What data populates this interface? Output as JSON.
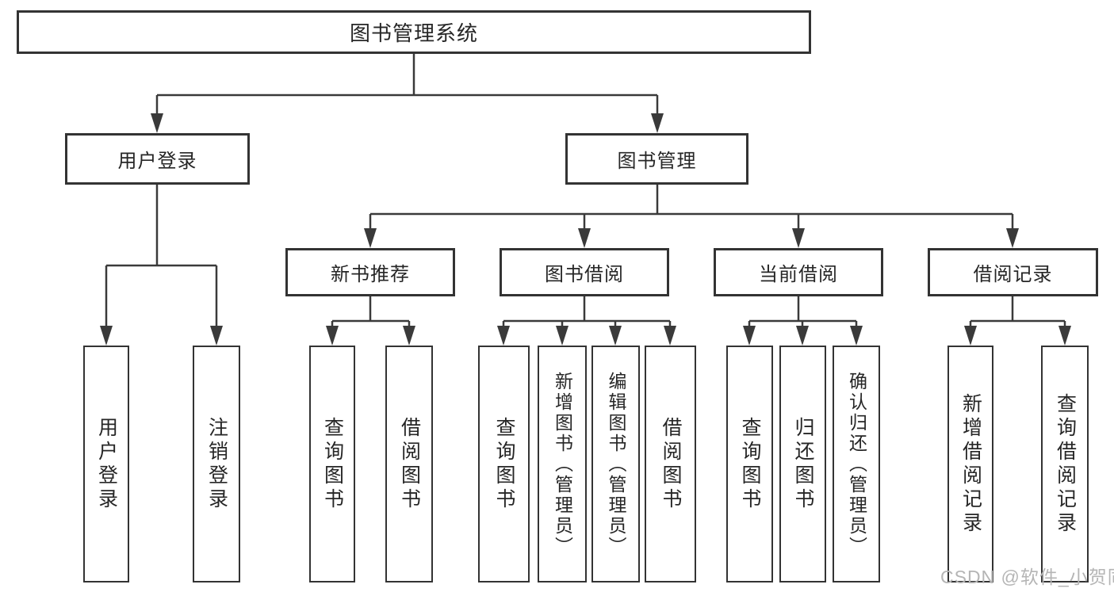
{
  "tree": {
    "root": {
      "label": "图书管理系统"
    },
    "branches": [
      {
        "label": "用户登录",
        "leaves": [
          "用户登录",
          "注销登录"
        ]
      },
      {
        "label": "图书管理",
        "groups": [
          {
            "label": "新书推荐",
            "leaves": [
              "查询图书",
              "借阅图书"
            ]
          },
          {
            "label": "图书借阅",
            "leaves": [
              "查询图书",
              "新增图书（管理员）",
              "编辑图书（管理员）",
              "借阅图书"
            ]
          },
          {
            "label": "当前借阅",
            "leaves": [
              "查询图书",
              "归还图书",
              "确认归还（管理员）"
            ]
          },
          {
            "label": "借阅记录",
            "leaves": [
              "新增借阅记录",
              "查询借阅记录"
            ]
          }
        ]
      }
    ]
  },
  "watermark": {
    "text": "CSDN @软件_小贺同学"
  },
  "colors": {
    "line": "#3a3a3a",
    "box_border": "#333333",
    "text": "#262626",
    "watermark": "#b5b5b5",
    "background": "#ffffff"
  }
}
